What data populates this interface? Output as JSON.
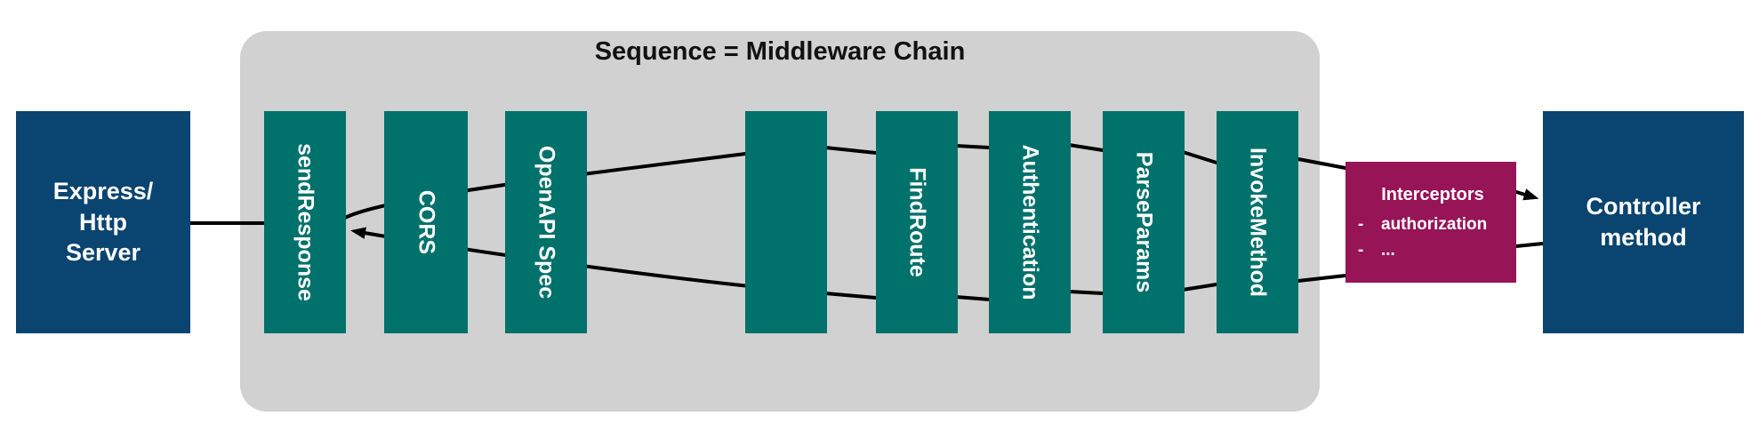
{
  "diagram": {
    "title": "Sequence = Middleware Chain",
    "express_node": {
      "label": "Express/\nHttp\nServer"
    },
    "controller_node": {
      "label": "Controller\nmethod"
    },
    "middleware_chain": {
      "boxes": [
        {
          "label": "sendResponse"
        },
        {
          "label": "CORS"
        },
        {
          "label": "OpenAPI Spec"
        },
        {
          "label": ""
        },
        {
          "label": "FindRoute"
        },
        {
          "label": "Authentication"
        },
        {
          "label": "ParseParams"
        },
        {
          "label": "InvokeMethod"
        }
      ]
    },
    "interceptors_node": {
      "title": "Interceptors",
      "bullet": "-",
      "items": [
        "authorization",
        "..."
      ]
    },
    "colors": {
      "middleware_teal": "#00716b",
      "node_navy": "#0a4470",
      "interceptors_magenta": "#971457",
      "container_gray": "#d1d1d1",
      "connector_black": "#000000"
    }
  }
}
